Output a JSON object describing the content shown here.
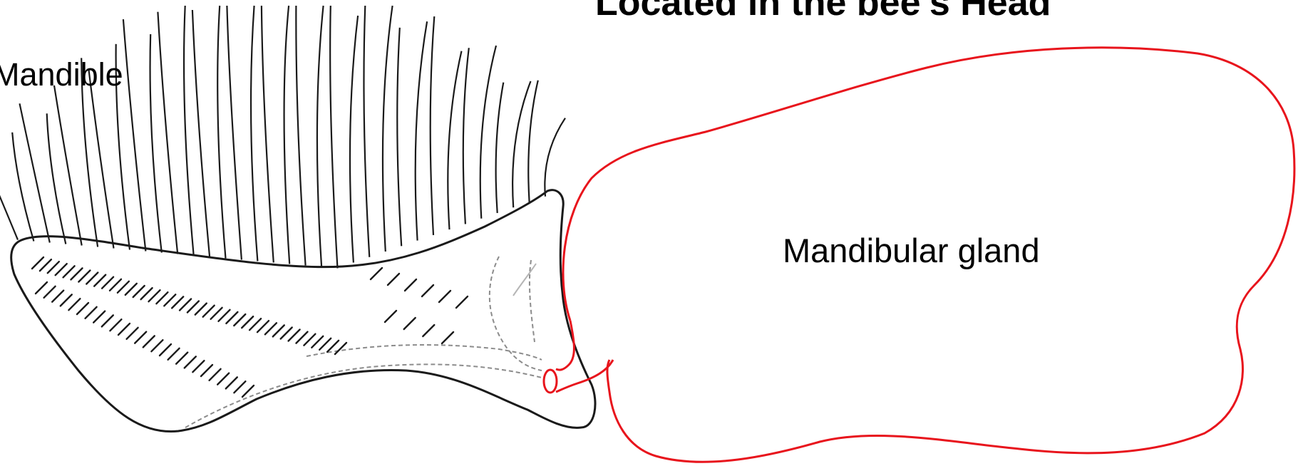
{
  "title": "Located in the bee's Head",
  "labels": {
    "mandible": "Mandible",
    "gland": "Mandibular gland"
  },
  "colors": {
    "gland_outline": "#e8141c",
    "mandible_outline": "#1a1a1a",
    "dashed_detail": "#8c8c8c",
    "text": "#000000"
  }
}
